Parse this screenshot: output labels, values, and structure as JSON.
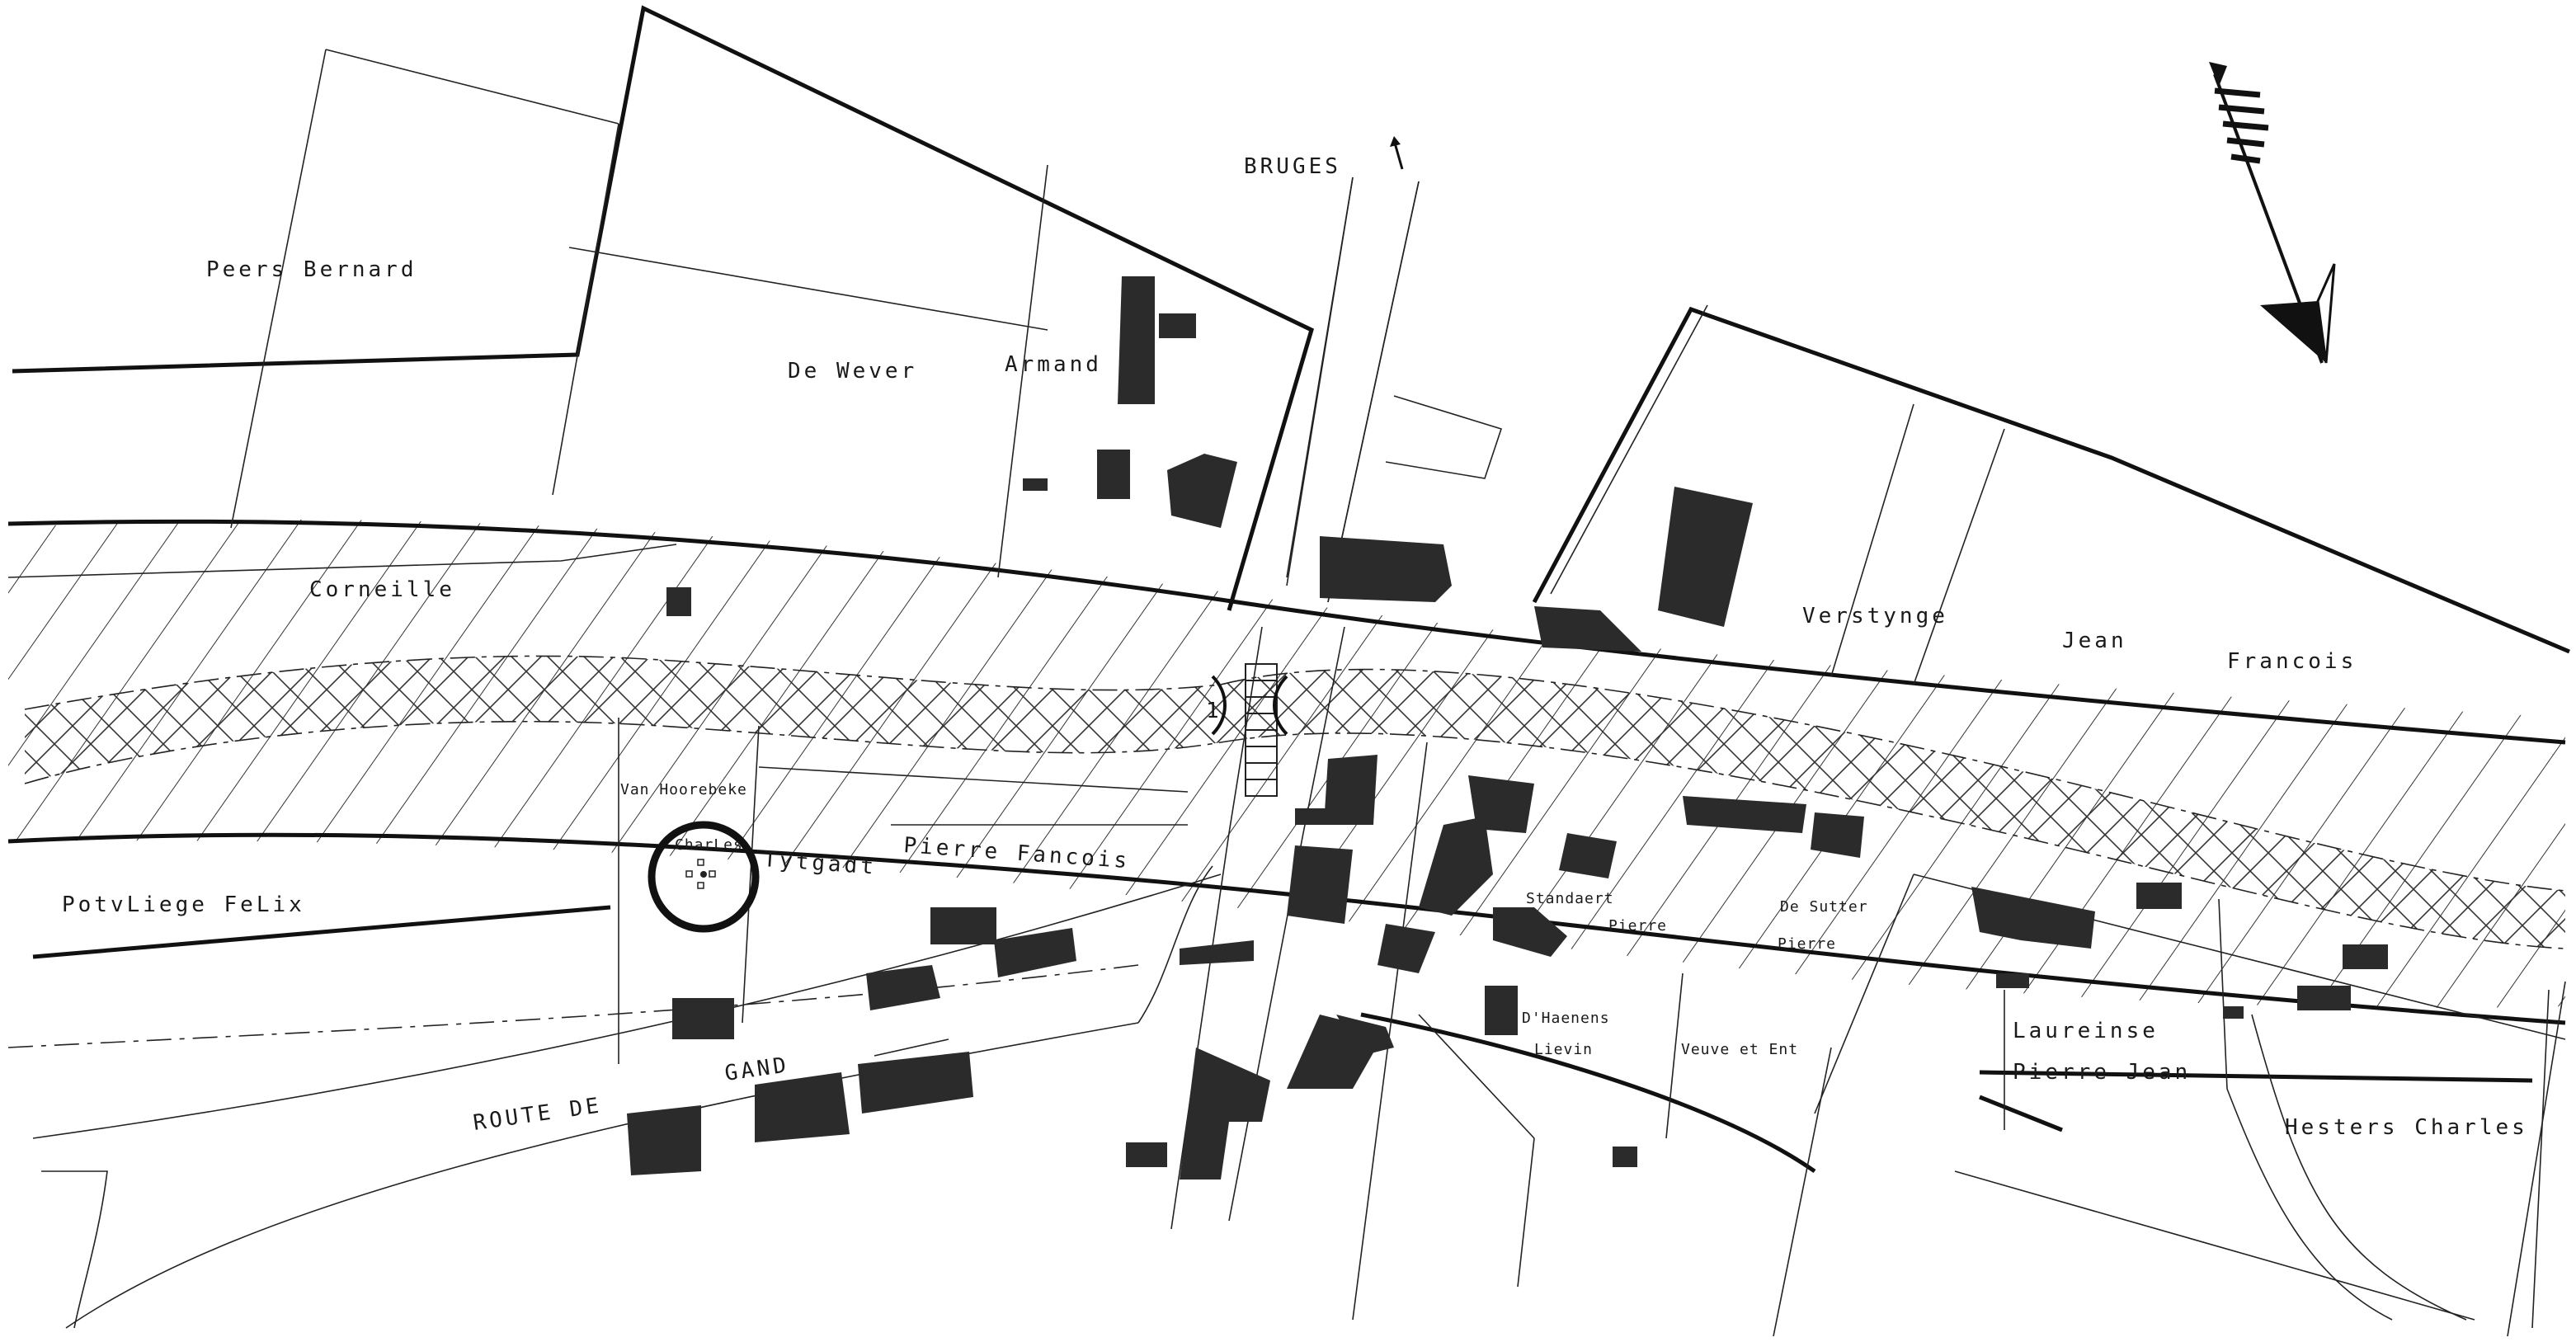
{
  "map": {
    "labels": {
      "bruges": "BRUGES",
      "peers_bernard": "Peers Bernard",
      "de_wever": "De Wever",
      "armand": "Armand",
      "corneille": "Corneille",
      "verstynge": "Verstynge",
      "jean_francois_a": "Jean",
      "jean_francois_b": "Francois",
      "van_hoorebeke": "Van Hoorebeke",
      "charles_circle": "CharLes",
      "tytgadt": "Tytgadt",
      "pierre_fancois": "Pierre Fancois",
      "potvliege": "PotvLiege FeLix",
      "standaert": "Standaert",
      "pierre_std": "Pierre",
      "de_sutter": "De Sutter",
      "pierre_ds": "Pierre",
      "dhaenens": "D'Haenens",
      "lievin": "Lievin",
      "veuve": "Veuve et Ent",
      "laureinse": "Laureinse",
      "pierre_jean": "Pierre Jean",
      "hesters": "Hesters Charles",
      "route_de": "ROUTE DE",
      "gand": "GAND",
      "mark_1": "1"
    },
    "icons": [
      "north-arrow-icon",
      "circular-marker-icon",
      "small-arrow-icon"
    ],
    "colors": {
      "ink": "#1a1a1a",
      "building": "#2b2b2b",
      "paper": "#ffffff"
    }
  }
}
